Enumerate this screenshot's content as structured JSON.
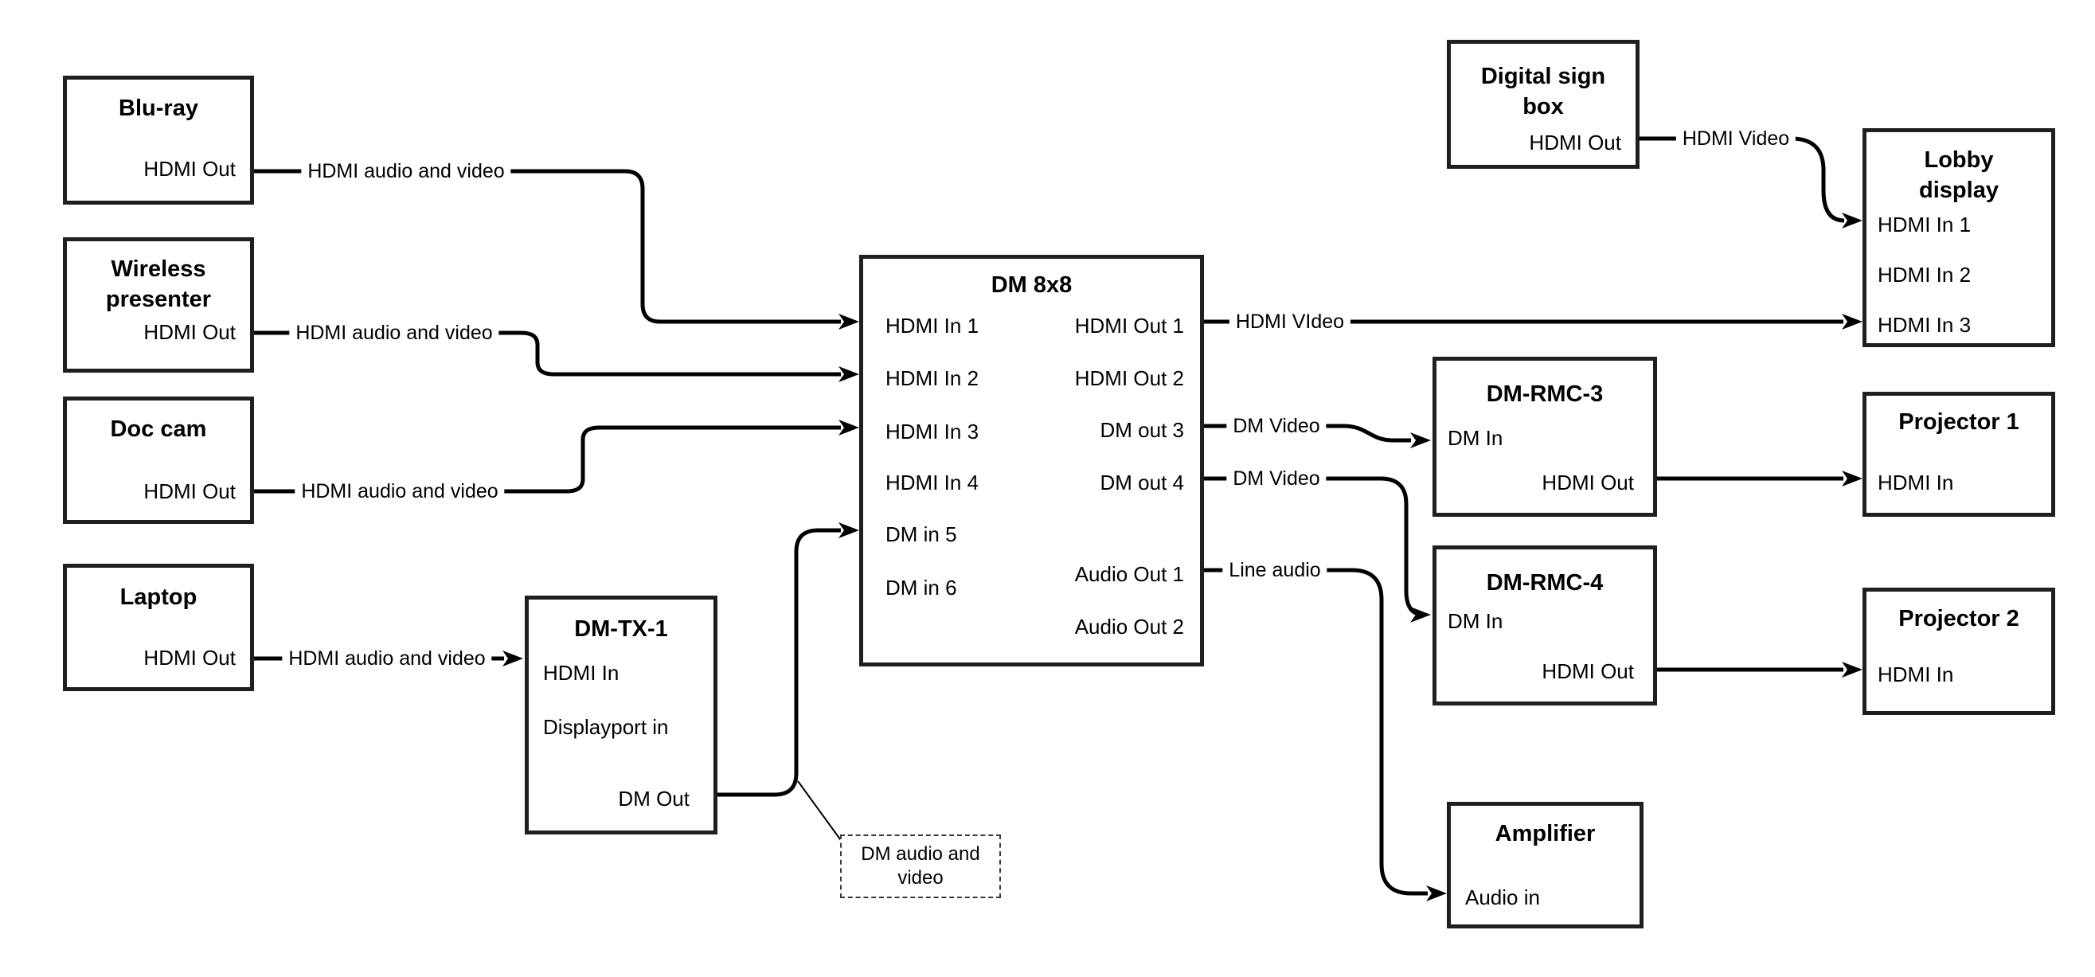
{
  "diagram": {
    "background_color": "#ffffff",
    "line_color": "#000000",
    "nodes": {
      "bluray": {
        "title": "Blu-ray",
        "ports": {
          "hdmi_out": "HDMI Out"
        }
      },
      "wireless": {
        "title": "Wireless presenter",
        "ports": {
          "hdmi_out": "HDMI Out"
        }
      },
      "doccam": {
        "title": "Doc cam",
        "ports": {
          "hdmi_out": "HDMI Out"
        }
      },
      "laptop": {
        "title": "Laptop",
        "ports": {
          "hdmi_out": "HDMI Out"
        }
      },
      "dmtx1": {
        "title": "DM-TX-1",
        "ports": {
          "hdmi_in": "HDMI In",
          "displayport_in": "Displayport in",
          "dm_out": "DM Out"
        }
      },
      "dm8x8": {
        "title": "DM 8x8",
        "ports": {
          "hdmi_in1": "HDMI In 1",
          "hdmi_in2": "HDMI In 2",
          "hdmi_in3": "HDMI In 3",
          "hdmi_in4": "HDMI In 4",
          "dm_in5": "DM in 5",
          "dm_in6": "DM in 6",
          "hdmi_out1": "HDMI Out 1",
          "hdmi_out2": "HDMI Out 2",
          "dm_out3": "DM out 3",
          "dm_out4": "DM out 4",
          "audio_out1": "Audio Out 1",
          "audio_out2": "Audio Out 2"
        }
      },
      "digsign": {
        "title": "Digital sign box",
        "ports": {
          "hdmi_out": "HDMI Out"
        }
      },
      "lobby": {
        "title": "Lobby display",
        "ports": {
          "hdmi_in1": "HDMI In 1",
          "hdmi_in2": "HDMI In 2",
          "hdmi_in3": "HDMI In 3"
        }
      },
      "rmc3": {
        "title": "DM-RMC-3",
        "ports": {
          "dm_in": "DM In",
          "hdmi_out": "HDMI Out"
        }
      },
      "proj1": {
        "title": "Projector 1",
        "ports": {
          "hdmi_in": "HDMI In"
        }
      },
      "rmc4": {
        "title": "DM-RMC-4",
        "ports": {
          "dm_in": "DM In",
          "hdmi_out": "HDMI Out"
        }
      },
      "proj2": {
        "title": "Projector 2",
        "ports": {
          "hdmi_in": "HDMI In"
        }
      },
      "amp": {
        "title": "Amplifier",
        "ports": {
          "audio_in": "Audio in"
        }
      }
    },
    "edge_labels": {
      "bluray_wire": "HDMI audio and video",
      "wireless_wire": "HDMI audio and video",
      "doccam_wire": "HDMI audio and video",
      "laptop_wire": "HDMI audio and video",
      "hdmi_out1_wire": "HDMI VIdeo",
      "digsign_wire": "HDMI Video",
      "dm_out3_wire": "DM Video",
      "dm_out4_wire": "DM Video",
      "audio_out1_wire": "Line audio",
      "callout": "DM audio and video"
    }
  }
}
